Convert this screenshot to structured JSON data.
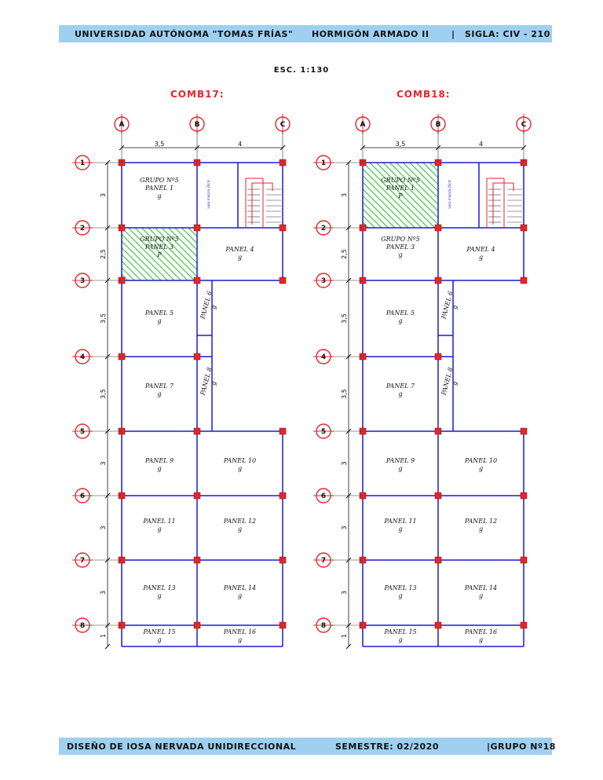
{
  "header": {
    "university": "UNIVERSIDAD AUTÓNOMA \"TOMAS FRÍAS\"",
    "course": "HORMIGÓN ARMADO II",
    "separator": "|",
    "code": "SIGLA: CIV - 210"
  },
  "scale": "ESC. 1:130",
  "plans": [
    {
      "title": "COMB17:",
      "hatched_panel": "2"
    },
    {
      "title": "COMB18:",
      "hatched_panel": "1"
    }
  ],
  "axes": {
    "columns": [
      "A",
      "B",
      "C"
    ],
    "rows": [
      "1",
      "2",
      "3",
      "4",
      "5",
      "6",
      "7",
      "8"
    ],
    "col_dims": [
      "3,5",
      "4"
    ],
    "row_dims": [
      "3",
      "2,5",
      "3,5",
      "3,5",
      "3",
      "3",
      "3",
      "1"
    ]
  },
  "panels": {
    "g1_group": "GRUPO Nº5",
    "p1": "PANEL 1",
    "p3": "PANEL 3",
    "p4": "PANEL 4",
    "p5": "PANEL 5",
    "p6": "PANEL 6",
    "p7": "PANEL 7",
    "p8": "PANEL 8",
    "p9": "PANEL 9",
    "p10": "PANEL 10",
    "p11": "PANEL 11",
    "p12": "PANEL 12",
    "p13": "PANEL 13",
    "p14": "PANEL 14",
    "p15": "PANEL 15",
    "p16": "PANEL 16",
    "load_g": "g",
    "load_p": "P",
    "stair_note": "Losa maciza 20cm"
  },
  "footer": {
    "title": "DISEÑO DE lOSA NERVADA UNIDIRECCIONAL",
    "semester": "SEMESTRE: 02/2020",
    "group": "|GRUPO Nº18"
  },
  "colors": {
    "header_bg": "#9fd0ef",
    "accent_red": "#e5262b",
    "beam_blue": "#1b1bd0",
    "hatch_green": "#2fc42f"
  }
}
